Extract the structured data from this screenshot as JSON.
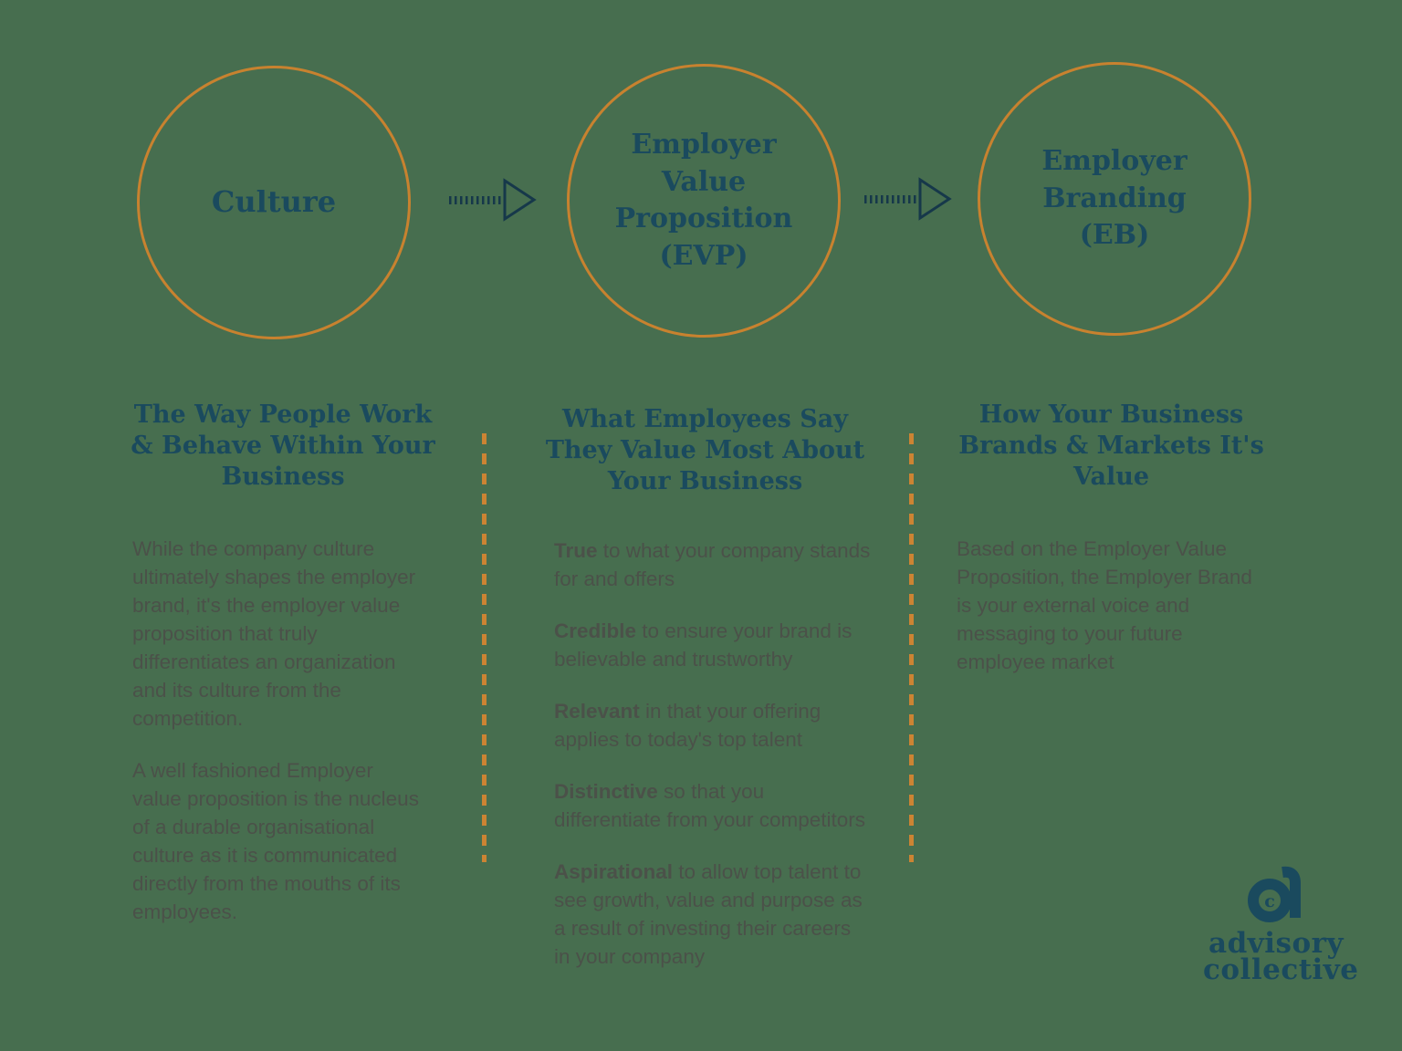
{
  "colors": {
    "background_green": "#476e4f",
    "accent_orange": "#c8822f",
    "heading_navy": "#1a4a5e",
    "body_gray": "#4b5149"
  },
  "flow": {
    "circles": [
      {
        "label_lines": [
          "Culture"
        ]
      },
      {
        "label_lines": [
          "Employer",
          "Value",
          "Proposition",
          "(EVP)"
        ]
      },
      {
        "label_lines": [
          "Employer",
          "Branding",
          "(EB)"
        ]
      }
    ]
  },
  "columns": [
    {
      "heading_lines": [
        "The Way People Work",
        "& Behave Within Your",
        "Business"
      ],
      "paragraphs": [
        "While the company culture ultimately shapes the employer brand, it's the employer value proposition that truly differentiates an organization and its culture from the competition.",
        "A well fashioned Employer value proposition is the nucleus of a durable organisational culture as it is communicated directly from the mouths of its employees."
      ]
    },
    {
      "heading_lines": [
        "What Employees Say",
        "They Value Most About",
        "Your Business"
      ],
      "items": [
        {
          "lead": "True",
          "rest": " to what your company stands for and offers"
        },
        {
          "lead": "Credible",
          "rest": " to ensure your brand is believable and trustworthy"
        },
        {
          "lead": "Relevant",
          "rest": " in that your offering applies to today's top talent"
        },
        {
          "lead": "Distinctive",
          "rest": " so that you differentiate from your competitors"
        },
        {
          "lead": "Aspirational",
          "rest": " to allow top talent to see growth, value and purpose as a result of investing their careers in your company"
        }
      ]
    },
    {
      "heading_lines": [
        "How Your Business",
        "Brands & Markets It's",
        "Value"
      ],
      "paragraphs": [
        "Based on the Employer Value Proposition, the Employer Brand is your external voice and messaging to your future employee market"
      ]
    }
  ],
  "logo": {
    "mark": "a",
    "mark_inner": "c",
    "line1": "advisory",
    "line2": "collective"
  }
}
